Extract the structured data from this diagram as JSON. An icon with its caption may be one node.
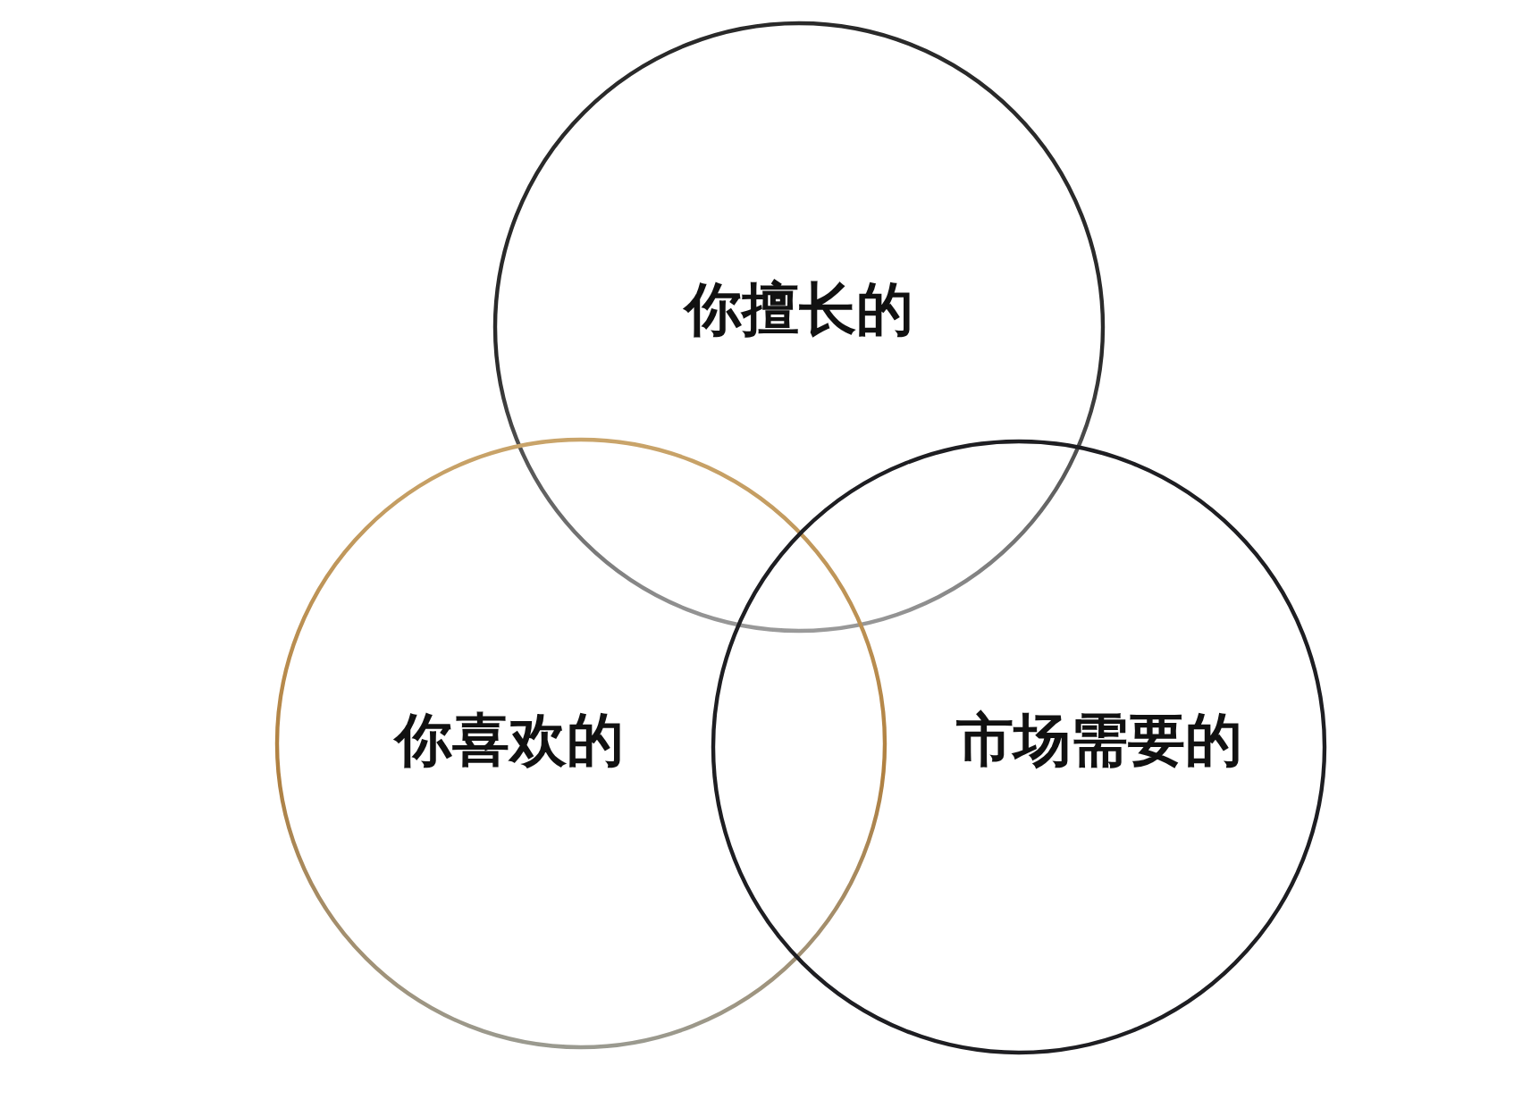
{
  "diagram": {
    "nodes": [
      {
        "text": [
          "你擅长的"
        ]
      },
      {
        "text": [
          "你喜欢的"
        ]
      },
      {
        "text": [
          "市场需要的"
        ]
      }
    ]
  }
}
